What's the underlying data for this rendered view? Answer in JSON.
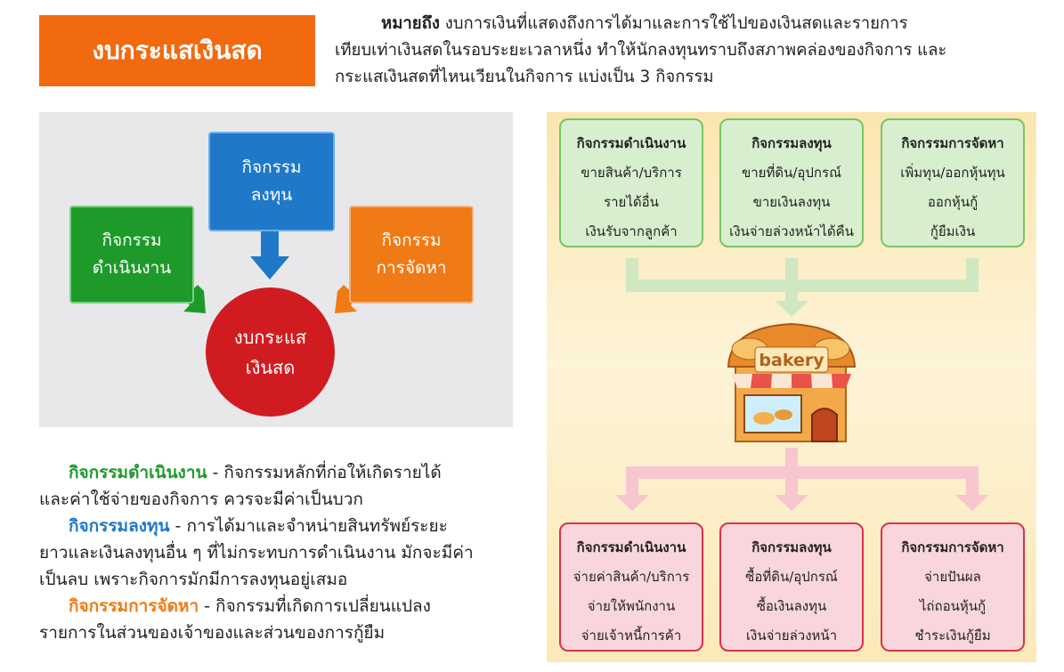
{
  "title": "งบกระแสเงินสด",
  "intro": {
    "keyword": "หมายถึง",
    "line1": " งบการเงินที่แสดงถึงการได้มาและการใช้ไปของเงินสดและรายการ",
    "line2": "เทียบเท่าเงินสดในรอบระยะเวลาหนึ่ง ทำให้นักลงทุนทราบถึงสภาพคล่องของกิจการ และ",
    "line3": "กระแสเงินสดที่ไหนเวียนในกิจการ แบ่งเป็น 3 กิจกรรม"
  },
  "diagram": {
    "invest": [
      "กิจกรรม",
      "ลงทุน"
    ],
    "operating": [
      "กิจกรรม",
      "ดำเนินงาน"
    ],
    "financing": [
      "กิจกรรม",
      "การจัดหา"
    ],
    "center": [
      "งบกระแส",
      "เงินสด"
    ]
  },
  "descriptions": {
    "operating_term": "กิจกรรมดำเนินงาน",
    "operating_l1": " - กิจกรรมหลักที่ก่อให้เกิดรายได้",
    "operating_l2": "และค่าใช้จ่ายของกิจการ ควรจะมีค่าเป็นบวก",
    "invest_term": "กิจกรรมลงทุน",
    "invest_l1": " - การได้มาและจำหน่ายสินทรัพย์ระยะ",
    "invest_l2": "ยาวและเงินลงทุนอื่น ๆ ที่ไม่กระทบการดำเนินงาน มักจะมีค่า",
    "invest_l3": "เป็นลบ เพราะกิจการมักมีการลงทุนอยู่เสมอ",
    "financing_term": "กิจกรรมการจัดหา",
    "financing_l1": " - กิจกรรมที่เกิดการเปลี่ยนแปลง",
    "financing_l2": "รายการในส่วนของเจ้าของและส่วนของการกู้ยืม"
  },
  "inflows": [
    {
      "title": "กิจกรรมดำเนินงาน",
      "items": [
        "ขายสินค้า/บริการ",
        "รายได้อื่น",
        "เงินรับจากลูกค้า"
      ]
    },
    {
      "title": "กิจกรรมลงทุน",
      "items": [
        "ขายที่ดิน/อุปกรณ์",
        "ขายเงินลงทุน",
        "เงินจ่ายล่วงหน้าได้คืน"
      ]
    },
    {
      "title": "กิจกรรมการจัดหา",
      "items": [
        "เพิ่มทุน/ออกหุ้นทุน",
        "ออกหุ้นกู้",
        "กู้ยืมเงิน"
      ]
    }
  ],
  "outflows": [
    {
      "title": "กิจกรรมดำเนินงาน",
      "items": [
        "จ่ายค่าสินค้า/บริการ",
        "จ่ายให้พนักงาน",
        "จ่ายเจ้าหนี้การค้า"
      ]
    },
    {
      "title": "กิจกรรมลงทุน",
      "items": [
        "ซื้อที่ดิน/อุปกรณ์",
        "ซื้อเงินลงทุน",
        "เงินจ่ายล่วงหน้า"
      ]
    },
    {
      "title": "กิจกรรมการจัดหา",
      "items": [
        "จ่ายปันผล",
        "ไถ่ถอนหุ้นกู้",
        "ชำระเงินกู้ยืม"
      ]
    }
  ],
  "shop_sign": "bakery",
  "colors": {
    "orange": "#f26a10",
    "blue": "#1f78c8",
    "green": "#1e9a2a",
    "red": "#d01c20",
    "inflow_card": "#d8efcf",
    "outflow_card": "#f9d6dc"
  }
}
